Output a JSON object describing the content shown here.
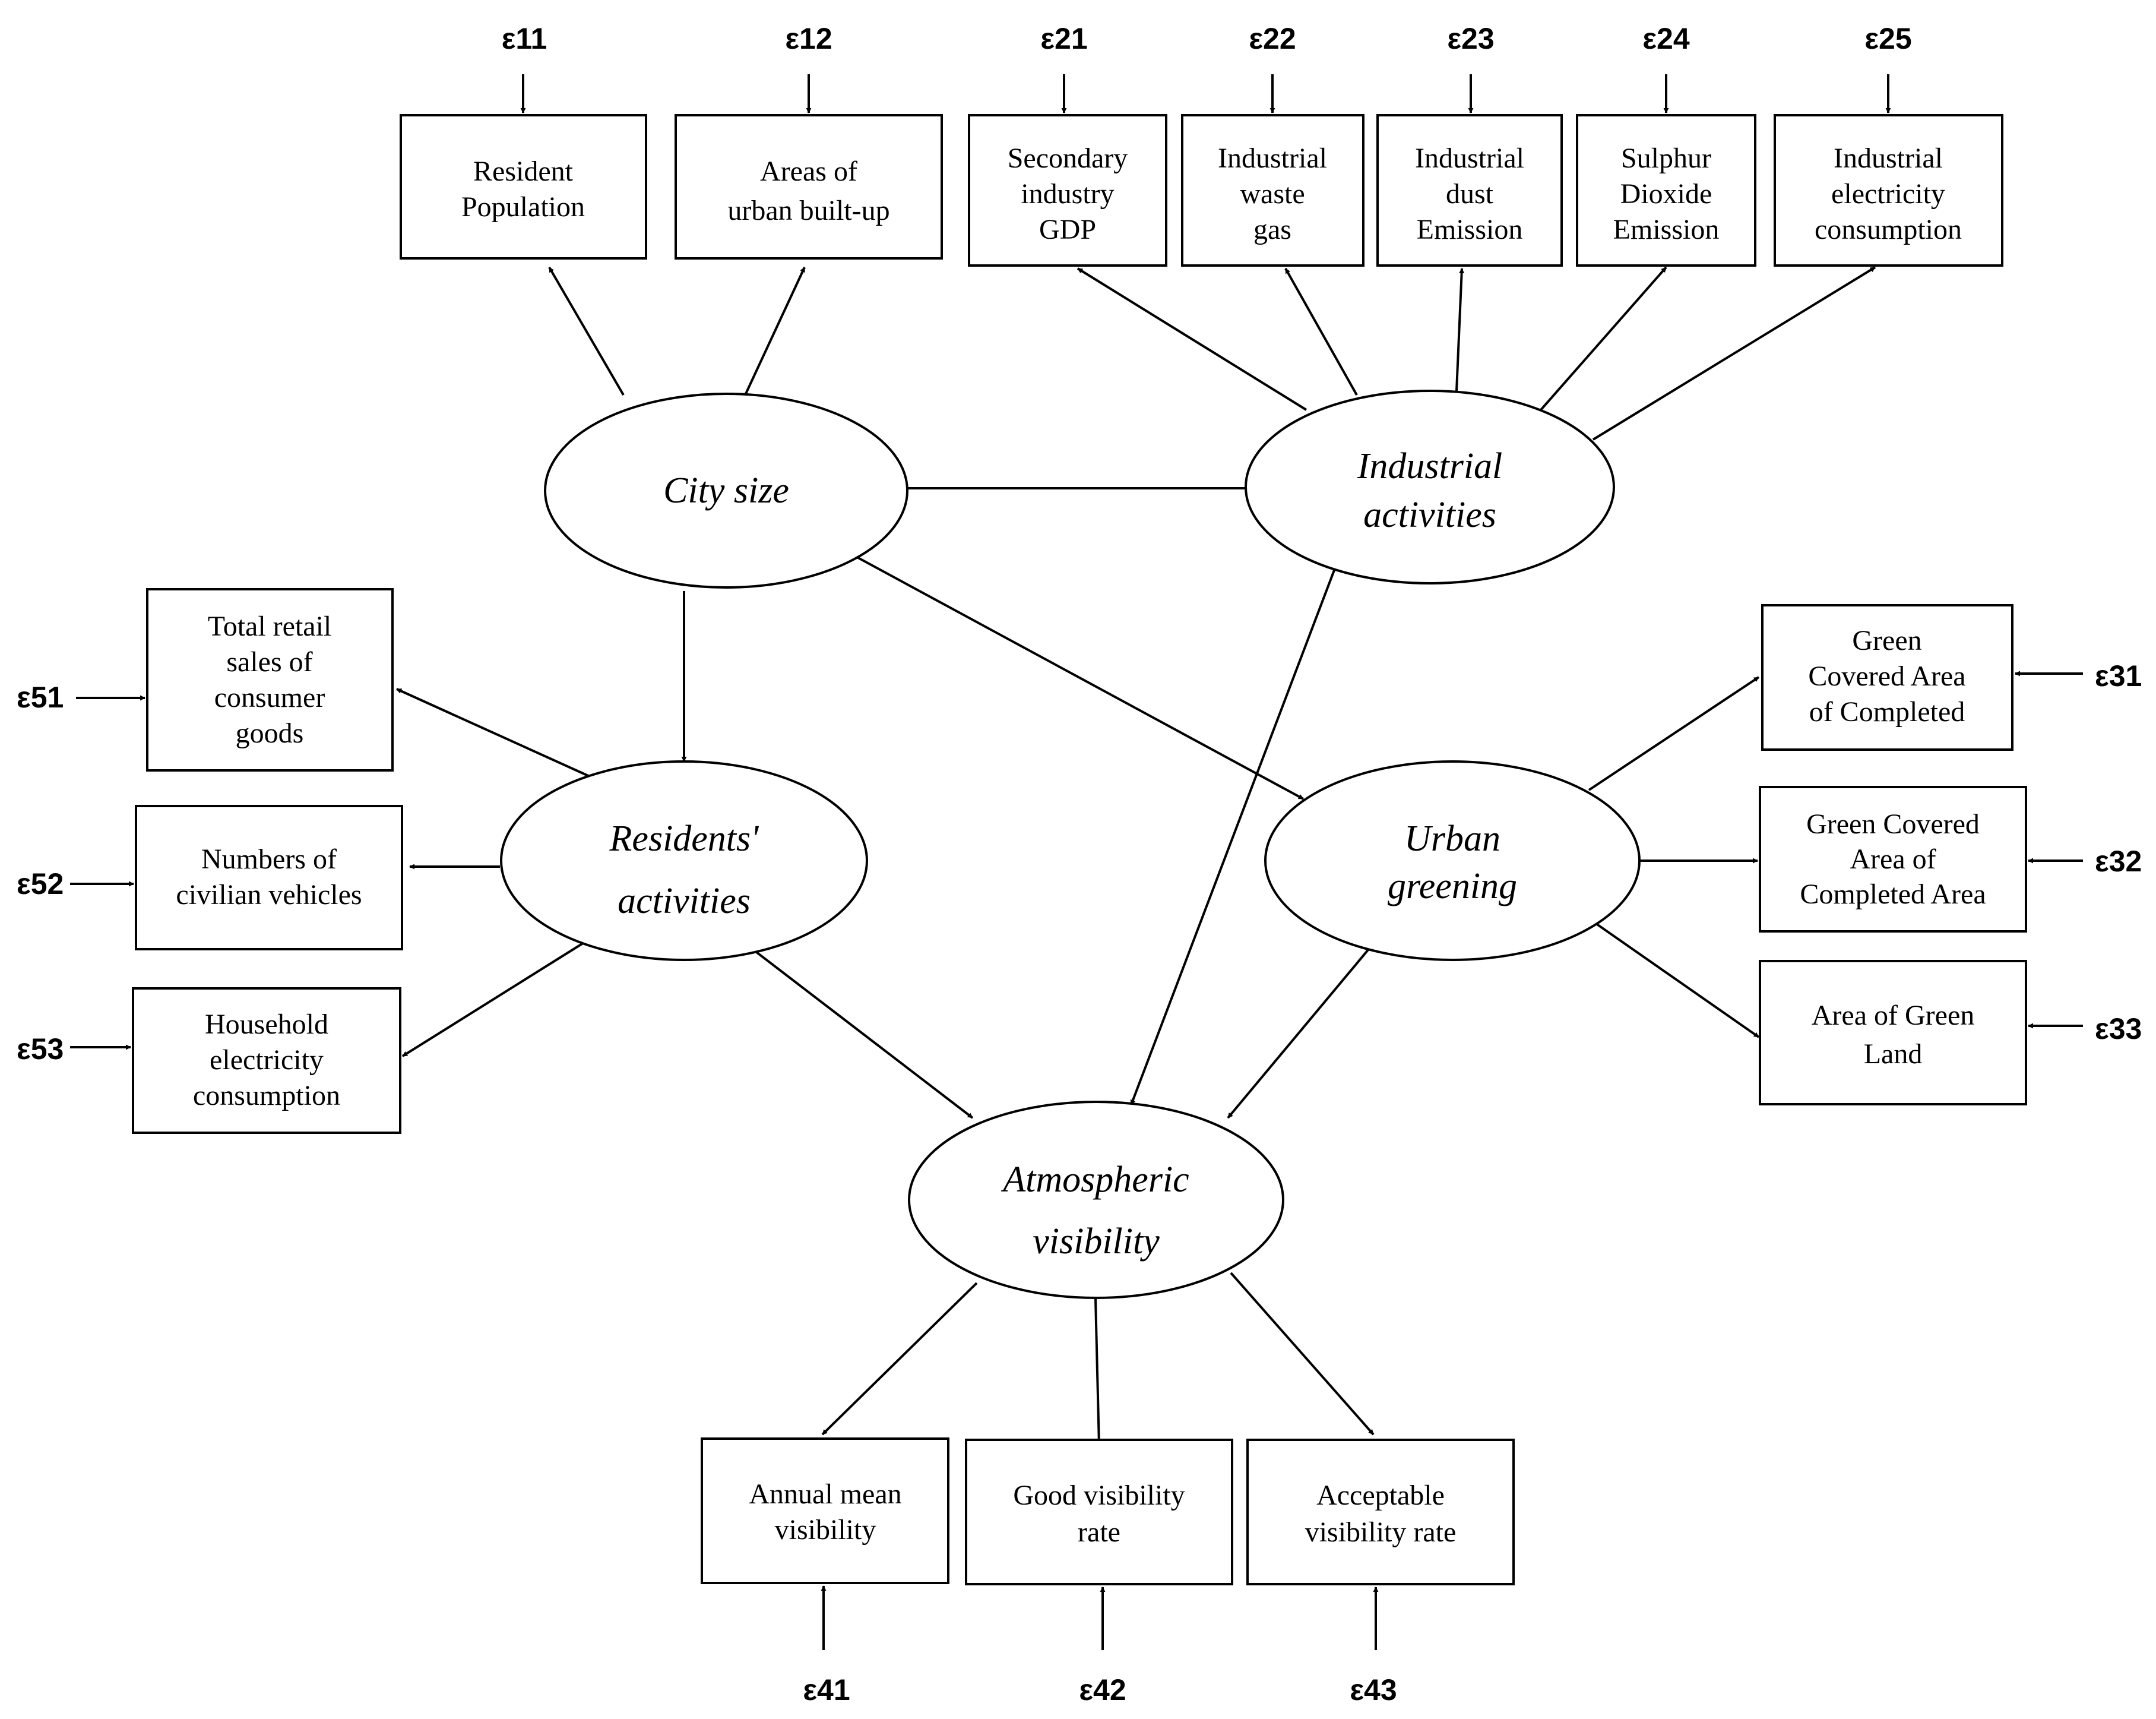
{
  "colors": {
    "stroke": "#000000",
    "background": "#ffffff"
  },
  "latents": [
    {
      "id": "city",
      "lines": [
        "City size"
      ]
    },
    {
      "id": "ind",
      "lines": [
        "Industrial",
        "activities"
      ]
    },
    {
      "id": "res",
      "lines": [
        "Residents'",
        "activities"
      ]
    },
    {
      "id": "green",
      "lines": [
        "Urban",
        "greening"
      ]
    },
    {
      "id": "atm",
      "lines": [
        "Atmospheric",
        "visibility"
      ]
    }
  ],
  "indicators": [
    {
      "id": "b11",
      "lines": [
        "Resident",
        "Population"
      ],
      "error": "ε11"
    },
    {
      "id": "b12",
      "lines": [
        "Areas of",
        "urban built-up"
      ],
      "error": "ε12"
    },
    {
      "id": "b21",
      "lines": [
        "Secondary",
        "industry",
        "GDP"
      ],
      "error": "ε21"
    },
    {
      "id": "b22",
      "lines": [
        "Industrial",
        "waste",
        "gas"
      ],
      "error": "ε22"
    },
    {
      "id": "b23",
      "lines": [
        "Industrial",
        "dust",
        "Emission"
      ],
      "error": "ε23"
    },
    {
      "id": "b24",
      "lines": [
        "Sulphur",
        "Dioxide",
        "Emission"
      ],
      "error": "ε24"
    },
    {
      "id": "b25",
      "lines": [
        "Industrial",
        "electricity",
        "consumption"
      ],
      "error": "ε25"
    },
    {
      "id": "b51",
      "lines": [
        "Total retail",
        "sales of",
        "consumer",
        "goods"
      ],
      "error": "ε51"
    },
    {
      "id": "b52",
      "lines": [
        "Numbers of",
        "civilian vehicles"
      ],
      "error": "ε52"
    },
    {
      "id": "b53",
      "lines": [
        "Household",
        "electricity",
        "consumption"
      ],
      "error": "ε53"
    },
    {
      "id": "b31",
      "lines": [
        "Green",
        "Covered Area",
        "of Completed"
      ],
      "error": "ε31"
    },
    {
      "id": "b32",
      "lines": [
        "Green Covered",
        "Area of",
        "Completed Area"
      ],
      "error": "ε32"
    },
    {
      "id": "b33",
      "lines": [
        "Area of Green",
        "Land"
      ],
      "error": "ε33"
    },
    {
      "id": "b41",
      "lines": [
        "Annual mean",
        "visibility"
      ],
      "error": "ε41"
    },
    {
      "id": "b42",
      "lines": [
        "Good visibility",
        "rate"
      ],
      "error": "ε42"
    },
    {
      "id": "b43",
      "lines": [
        "Acceptable",
        "visibility rate"
      ],
      "error": "ε43"
    }
  ]
}
